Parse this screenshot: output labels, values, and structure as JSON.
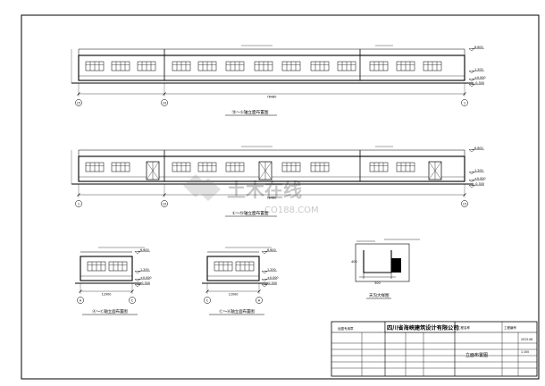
{
  "elevations": {
    "a": {
      "axis_start": "15",
      "axis_mid": "10",
      "axis_end": "1",
      "title": "⑮～①轴立面布置图",
      "dim_total": "78480"
    },
    "b": {
      "axis_start": "1",
      "axis_mid": "10",
      "axis_end": "15",
      "title": "①～⑮轴立面布置图",
      "dim_total": "78480"
    },
    "c": {
      "axis_start": "A",
      "axis_end": "C",
      "title": "Ⓐ～Ⓒ轴立面布置图",
      "dim_total": "12900"
    },
    "d": {
      "axis_start": "C",
      "axis_end": "A",
      "title": "Ⓒ～Ⓐ轴立面布置图",
      "dim_total": "12900"
    }
  },
  "levels": {
    "top": "6.600",
    "mid": "1.200",
    "ground": "±0.000",
    "below": "-0.300"
  },
  "detail": {
    "title": "天沟大样图",
    "width": "300",
    "height": "400"
  },
  "watermark": {
    "brand": "土木在线",
    "url": "CO188.COM"
  },
  "title_block": {
    "company": "四川省海峡建筑设计有限公司",
    "drawing_name": "立面布置图",
    "project": "工程名称",
    "sheet_no": "工程编号",
    "approve": "出图专用章",
    "date": "2015.08",
    "scale": "1:100"
  }
}
